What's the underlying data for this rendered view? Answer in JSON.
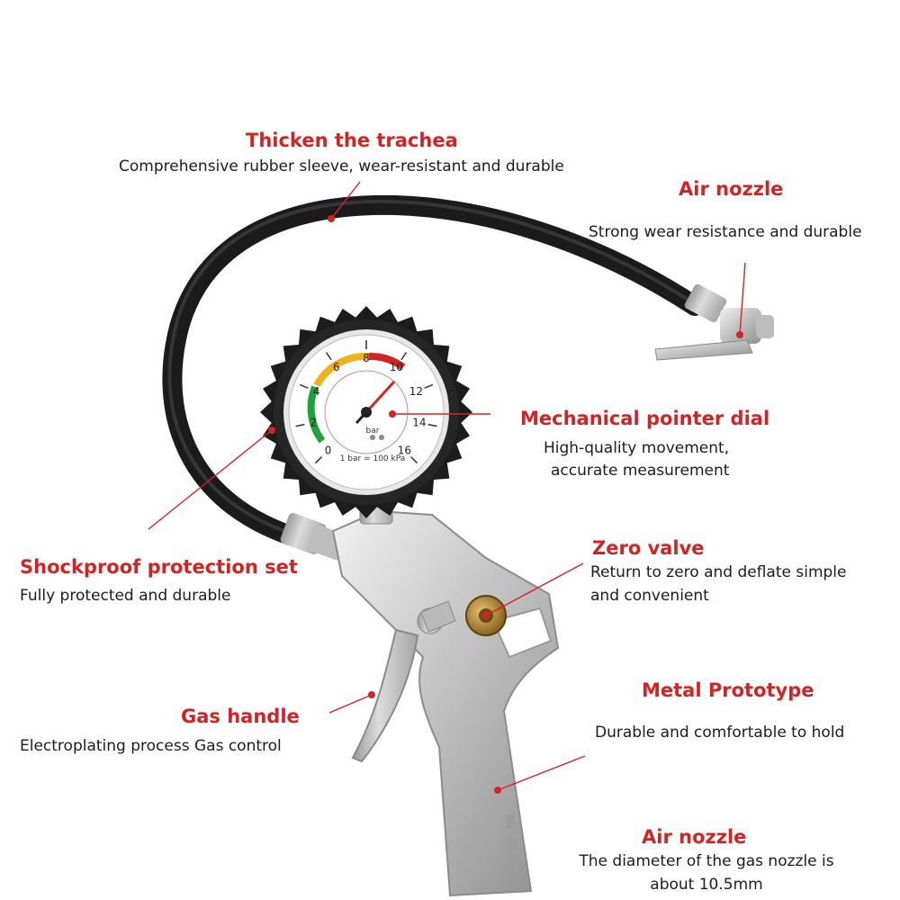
{
  "callouts": {
    "trachea": {
      "title": "Thicken the trachea",
      "desc": "Comprehensive rubber sleeve, wear-resistant and durable"
    },
    "air_nozzle_top": {
      "title": "Air nozzle",
      "desc": "Strong wear resistance and durable"
    },
    "dial": {
      "title": "Mechanical pointer dial",
      "desc_line1": "High-quality movement,",
      "desc_line2": "accurate measurement"
    },
    "shockproof": {
      "title": "Shockproof protection set",
      "desc": "Fully protected and durable"
    },
    "zero_valve": {
      "title": "Zero valve",
      "desc_line1": "Return to zero and deflate simple",
      "desc_line2": "and convenient"
    },
    "metal": {
      "title": "Metal Prototype",
      "desc": "Durable and comfortable to hold"
    },
    "gas_handle": {
      "title": "Gas handle",
      "desc": "Electroplating process Gas control"
    },
    "air_nozzle_bottom": {
      "title": "Air nozzle",
      "desc_line1": "The diameter of the gas nozzle is",
      "desc_line2": "about 10.5mm"
    }
  },
  "gauge": {
    "ticks": [
      "0",
      "2",
      "4",
      "6",
      "8",
      "10",
      "12",
      "14",
      "16"
    ],
    "unit": "bar",
    "footer": "1 bar = 100 kPa"
  },
  "colors": {
    "accent": "#d42323",
    "hose": "#1b1b1b",
    "metal": "#c9c9c9"
  }
}
